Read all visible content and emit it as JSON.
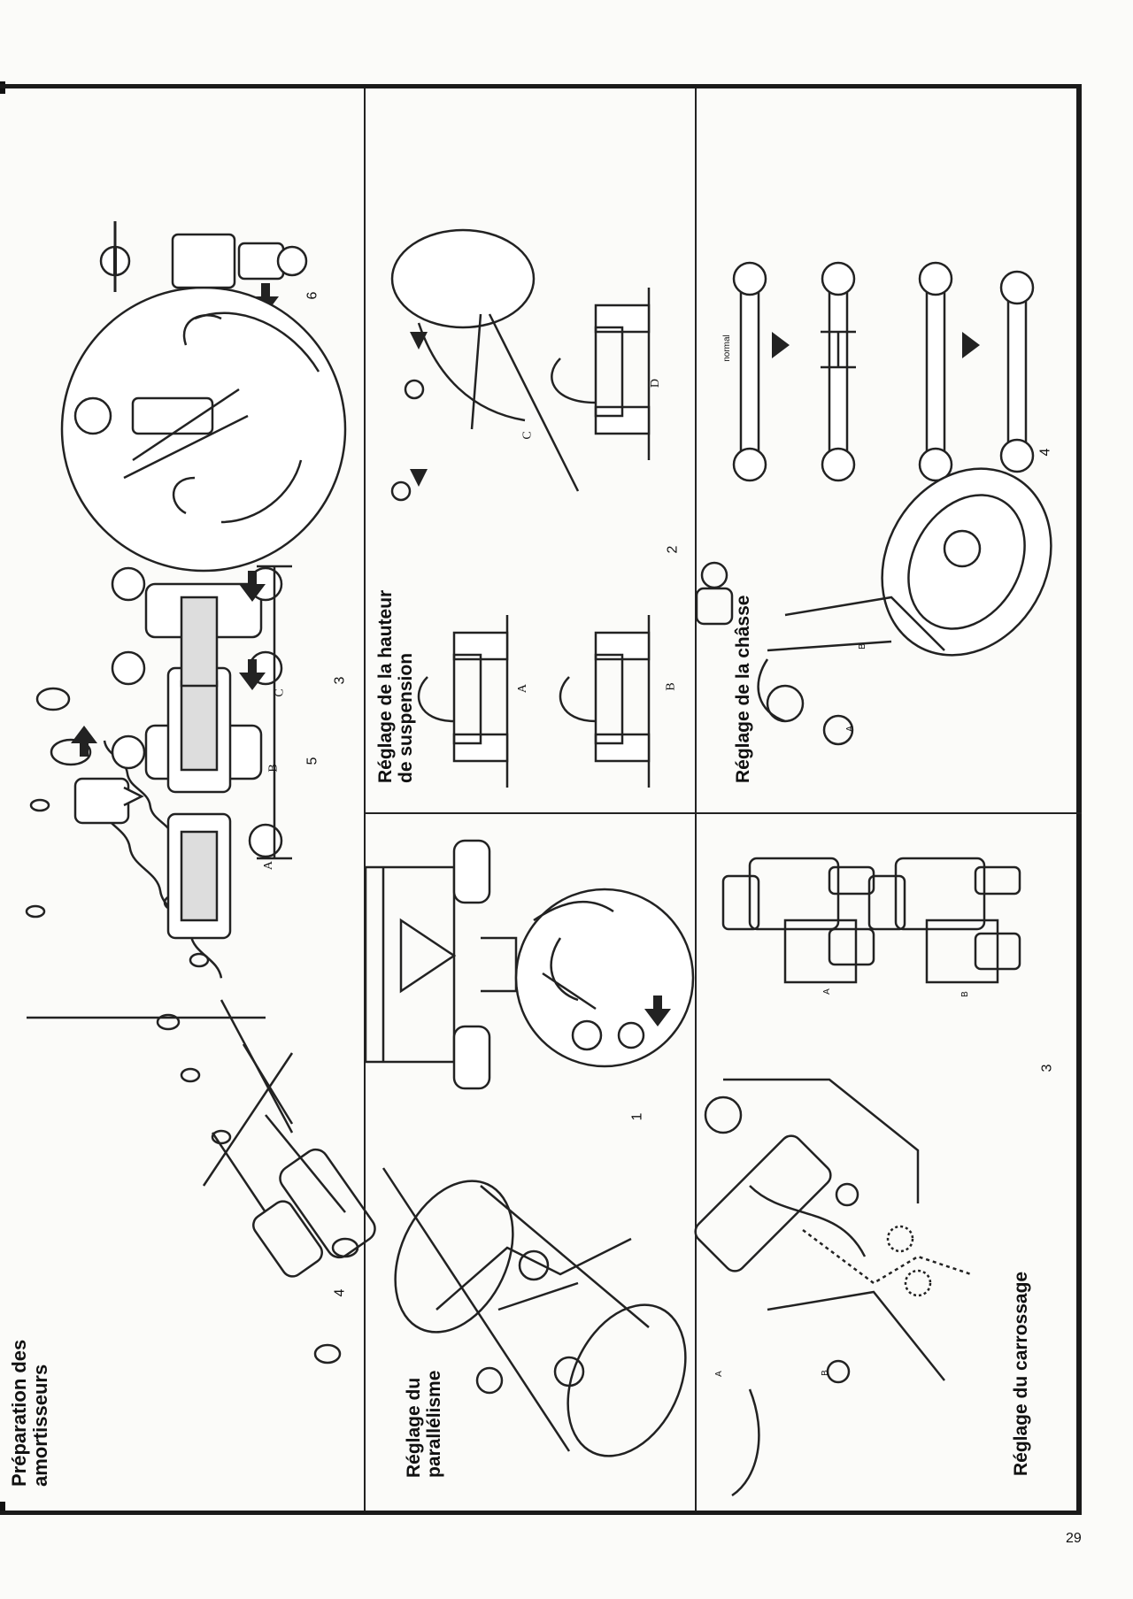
{
  "page": {
    "number": "29"
  },
  "panels": {
    "amortisseurs": {
      "title_line1": "Préparation des",
      "title_line2": "amortisseurs",
      "step_a": "3",
      "step_b": "4",
      "step_c": "5",
      "step_d": "6",
      "labels": [
        "A",
        "B",
        "C"
      ]
    },
    "parallelisme": {
      "title_line1": "Réglage du",
      "title_line2": "parallélisme",
      "step": "1"
    },
    "hauteur": {
      "title_line1": "Réglage de la hauteur",
      "title_line2": "de suspension",
      "step": "2",
      "labels": [
        "A",
        "B",
        "C",
        "D"
      ]
    },
    "carrossage": {
      "title": "Réglage du carrossage",
      "step": "3",
      "labels": [
        "A",
        "B",
        "A",
        "B"
      ]
    },
    "chasse": {
      "title": "Réglage de la châsse",
      "step": "4",
      "labels": [
        "A",
        "B"
      ],
      "normal_label": "normal"
    }
  }
}
